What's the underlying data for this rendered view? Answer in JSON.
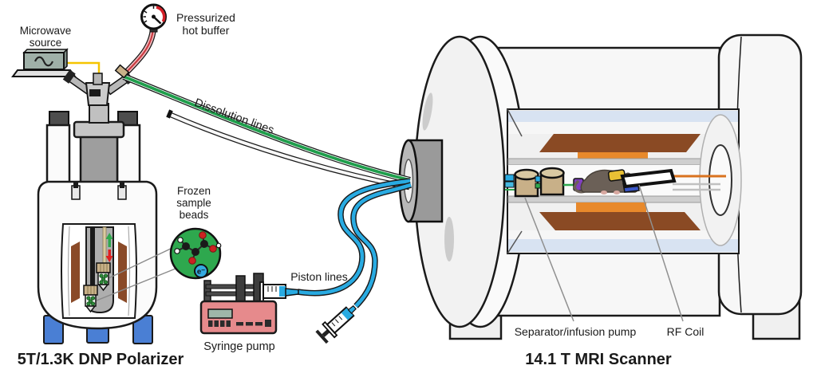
{
  "polarizer": {
    "title": "5T/1.3K DNP Polarizer",
    "microwave_source": "Microwave source",
    "pressurized_hot_buffer": "Pressurized hot buffer",
    "frozen_sample_beads": "Frozen sample beads",
    "electron": "e⁻"
  },
  "transfer": {
    "dissolution_lines": "Dissolution lines",
    "piston_lines": "Piston lines",
    "syringe_pump": "Syringe pump"
  },
  "scanner": {
    "title": "14.1 T MRI Scanner",
    "separator_infusion_pump": "Separator/infusion pump",
    "rf_coil": "RF Coil"
  },
  "colors": {
    "dissolution_green": "#1E9E4B",
    "piston_blue": "#29ABE2",
    "buffer_pink": "#F2B8BC",
    "buffer_red": "#C8373D",
    "microwave_cable_yellow": "#F5C400",
    "pump_red": "#E68A8C",
    "dewar_feet_blue": "#4A7FD4",
    "magnet_coil_brown": "#8A4A24",
    "gradient_orange": "#E8892B",
    "bead_green": "#2EA84E",
    "electron_blue": "#33AAE0",
    "mouse_gray": "#6B6057",
    "separator_tan": "#C8B088"
  }
}
